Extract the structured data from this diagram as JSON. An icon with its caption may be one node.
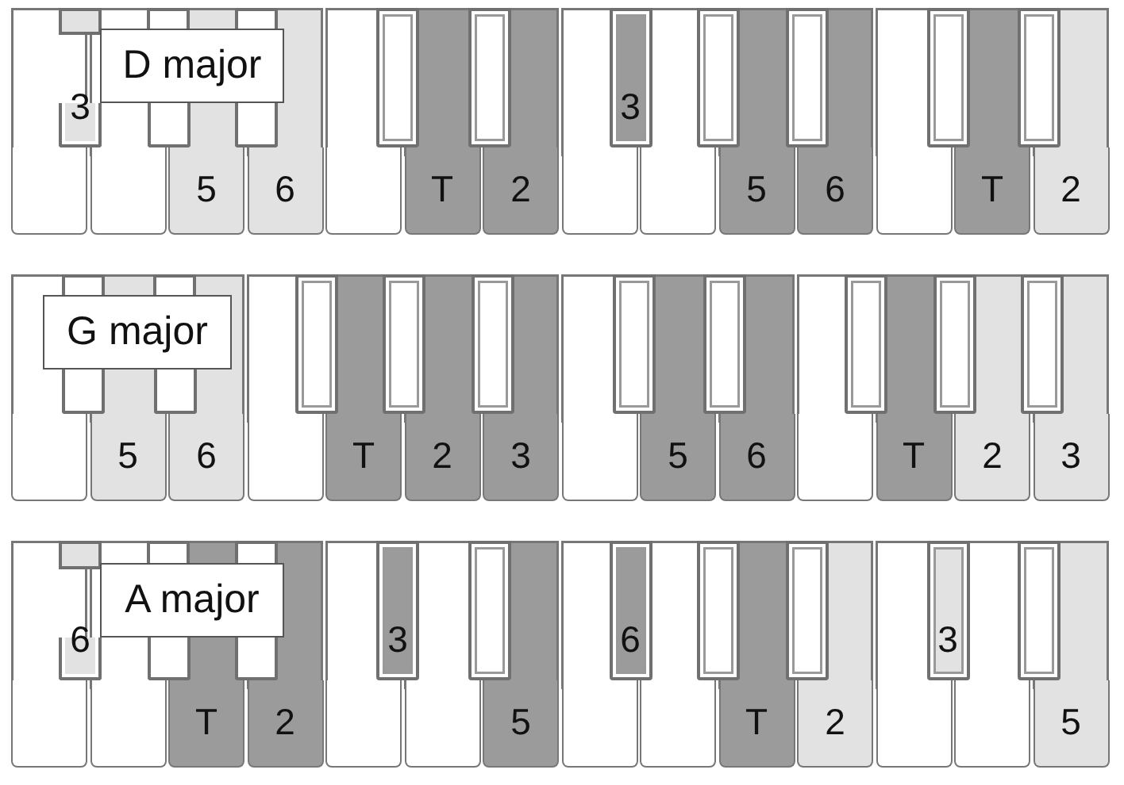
{
  "diagram": {
    "nodes": [
      {
        "text": [
          "D major"
        ]
      },
      {
        "text": [],
        "shape": "box"
      },
      {
        "text": [
          "3"
        ]
      },
      {
        "text": [],
        "shape": "box"
      },
      {
        "text": [],
        "shape": "box"
      },
      {
        "text": [
          "5"
        ]
      },
      {
        "text": [],
        "shape": "box"
      },
      {
        "text": [
          "6"
        ]
      },
      {
        "text": [],
        "shape": "box"
      },
      {
        "text": [],
        "shape": "box"
      },
      {
        "text": [
          "T"
        ]
      },
      {
        "text": [],
        "shape": "box"
      },
      {
        "text": [
          "2"
        ]
      },
      {
        "text": [],
        "shape": "box"
      },
      {
        "text": [
          "3"
        ]
      },
      {
        "text": [],
        "shape": "box"
      },
      {
        "text": [],
        "shape": "box"
      },
      {
        "text": [
          "5"
        ]
      },
      {
        "text": [],
        "shape": "box"
      },
      {
        "text": [
          "6"
        ]
      },
      {
        "text": [],
        "shape": "box"
      },
      {
        "text": [],
        "shape": "box"
      },
      {
        "text": [
          "T"
        ]
      },
      {
        "text": [],
        "shape": "box"
      },
      {
        "text": [
          "2"
        ]
      },
      {
        "text": [
          "G major"
        ]
      },
      {
        "text": [],
        "shape": "box"
      },
      {
        "text": [],
        "shape": "box"
      },
      {
        "text": [
          "5"
        ]
      },
      {
        "text": [],
        "shape": "box"
      },
      {
        "text": [
          "6"
        ]
      },
      {
        "text": [],
        "shape": "box"
      },
      {
        "text": [],
        "shape": "box"
      },
      {
        "text": [
          "T"
        ]
      },
      {
        "text": [],
        "shape": "box"
      },
      {
        "text": [
          "2"
        ]
      },
      {
        "text": [],
        "shape": "box"
      },
      {
        "text": [
          "3"
        ]
      },
      {
        "text": [],
        "shape": "box"
      },
      {
        "text": [],
        "shape": "box"
      },
      {
        "text": [
          "5"
        ]
      },
      {
        "text": [],
        "shape": "box"
      },
      {
        "text": [
          "6"
        ]
      },
      {
        "text": [],
        "shape": "box"
      },
      {
        "text": [],
        "shape": "box"
      },
      {
        "text": [
          "T"
        ]
      },
      {
        "text": [],
        "shape": "box"
      },
      {
        "text": [
          "2"
        ]
      },
      {
        "text": [],
        "shape": "box"
      },
      {
        "text": [
          "3"
        ]
      },
      {
        "text": [
          "A major"
        ]
      },
      {
        "text": [],
        "shape": "box"
      },
      {
        "text": [
          "6"
        ]
      },
      {
        "text": [],
        "shape": "box"
      },
      {
        "text": [],
        "shape": "box"
      },
      {
        "text": [
          "T"
        ]
      },
      {
        "text": [],
        "shape": "box"
      },
      {
        "text": [
          "2"
        ]
      },
      {
        "text": [],
        "shape": "box"
      },
      {
        "text": [
          "3"
        ]
      },
      {
        "text": [],
        "shape": "box"
      },
      {
        "text": [],
        "shape": "box"
      },
      {
        "text": [
          "5"
        ]
      },
      {
        "text": [],
        "shape": "box"
      },
      {
        "text": [
          "6"
        ]
      },
      {
        "text": [],
        "shape": "box"
      },
      {
        "text": [],
        "shape": "box"
      },
      {
        "text": [
          "T"
        ]
      },
      {
        "text": [],
        "shape": "box"
      },
      {
        "text": [
          "2"
        ]
      },
      {
        "text": [],
        "shape": "box"
      },
      {
        "text": [
          "3"
        ]
      },
      {
        "text": [],
        "shape": "box"
      },
      {
        "text": [],
        "shape": "box"
      },
      {
        "text": [
          "5"
        ]
      }
    ]
  }
}
